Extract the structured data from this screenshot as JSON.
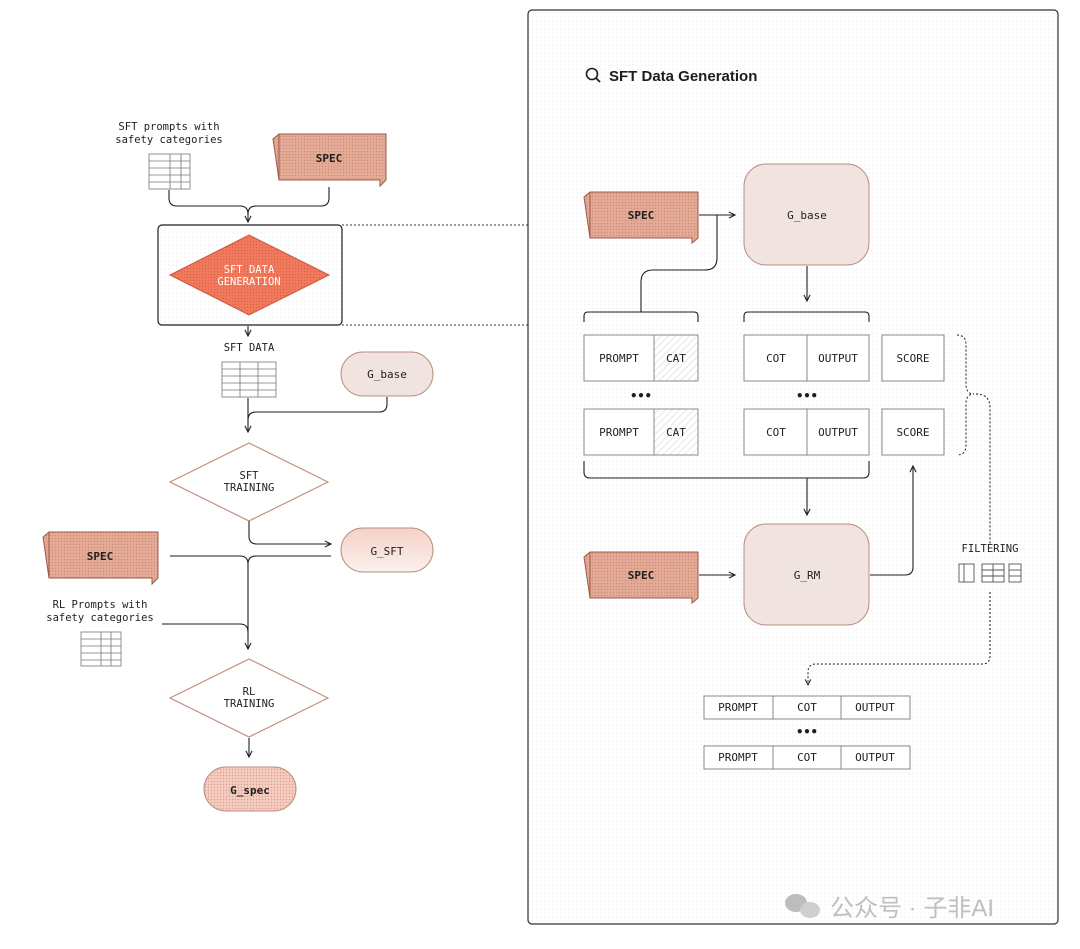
{
  "panel": {
    "title": "SFT Data Generation"
  },
  "left": {
    "sft_prompts_label": [
      "SFT prompts with",
      "safety categories"
    ],
    "spec": "SPEC",
    "sft_data_generation": [
      "SFT DATA",
      "GENERATION"
    ],
    "sft_data": "SFT DATA",
    "g_base": "G_base",
    "sft_training": [
      "SFT",
      "TRAINING"
    ],
    "g_sft": "G_SFT",
    "spec2": "SPEC",
    "rl_prompts_label": [
      "RL Prompts with",
      "safety categories"
    ],
    "rl_training": [
      "RL",
      "TRAINING"
    ],
    "g_spec": "G_spec"
  },
  "right": {
    "spec_top": "SPEC",
    "g_base": "G_base",
    "prompt": "PROMPT",
    "cat": "CAT",
    "cot": "COT",
    "output": "OUTPUT",
    "score": "SCORE",
    "ellipsis": "•••",
    "spec_bottom": "SPEC",
    "g_rm": "G_RM",
    "filtering": "FILTERING"
  },
  "watermark": "公众号 · 子非AI",
  "colors": {
    "spec_fill": "#e0a48f",
    "diamond_fill": "#ee7358",
    "model_fill": "#f1e3df",
    "sft_fill": "#f6ddd6",
    "stroke": "#1e1e1e"
  }
}
